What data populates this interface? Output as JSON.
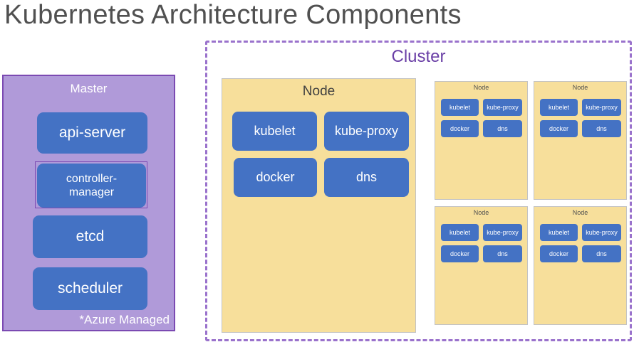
{
  "title": "Kubernetes Architecture Components",
  "master": {
    "label": "Master",
    "components": [
      "api-server",
      "controller-manager",
      "etcd",
      "scheduler"
    ],
    "note": "*Azure Managed"
  },
  "cluster": {
    "label": "Cluster",
    "main_node": {
      "label": "Node",
      "components": [
        "kubelet",
        "kube-proxy",
        "docker",
        "dns"
      ]
    },
    "small_nodes": [
      {
        "label": "Node",
        "components": [
          "kubelet",
          "kube-proxy",
          "docker",
          "dns"
        ]
      },
      {
        "label": "Node",
        "components": [
          "kubelet",
          "kube-proxy",
          "docker",
          "dns"
        ]
      },
      {
        "label": "Node",
        "components": [
          "kubelet",
          "kube-proxy",
          "docker",
          "dns"
        ]
      },
      {
        "label": "Node",
        "components": [
          "kubelet",
          "kube-proxy",
          "docker",
          "dns"
        ]
      }
    ]
  },
  "colors": {
    "master_fill": "#b09ad9",
    "master_border": "#7b4ab2",
    "component_blue": "#4472c4",
    "node_fill": "#f7df9b",
    "cluster_border": "#9a72cc",
    "cluster_label": "#6a3fa6"
  }
}
